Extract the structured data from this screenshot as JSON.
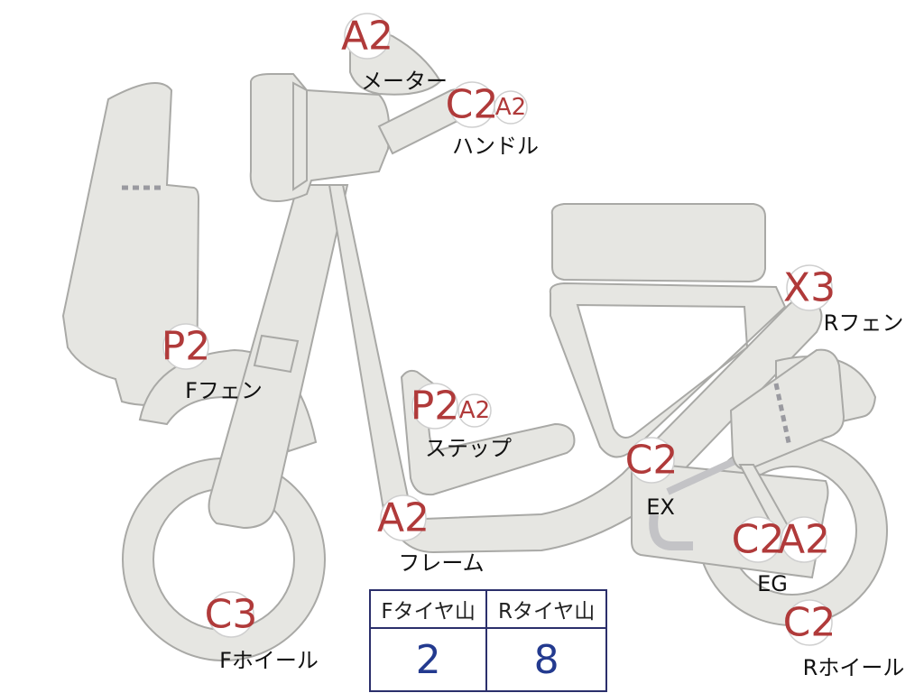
{
  "badges": {
    "meter": "A2",
    "handle": [
      "C2",
      "A2"
    ],
    "f_fender": "P2",
    "step": [
      "P2",
      "A2"
    ],
    "frame": "A2",
    "f_wheel": "C3",
    "r_fender": "X3",
    "ex": "C2",
    "eg": [
      "C2",
      "A2"
    ],
    "r_wheel": "C2"
  },
  "labels": {
    "meter": "メーター",
    "handle": "ハンドル",
    "f_fender": "Fフェン",
    "step": "ステップ",
    "frame": "フレーム",
    "f_wheel": "Fホイール",
    "r_fender": "Rフェン",
    "ex": "EX",
    "eg": "EG",
    "r_wheel": "Rホイール"
  },
  "tire_table": {
    "headers": [
      "Fタイヤ山",
      "Rタイヤ山"
    ],
    "values": [
      "2",
      "8"
    ]
  },
  "colors": {
    "grade_text": "#b03a3a",
    "table_border": "#2b2f6b",
    "table_value": "#233a8f",
    "part_fill": "#e6e6e2"
  }
}
